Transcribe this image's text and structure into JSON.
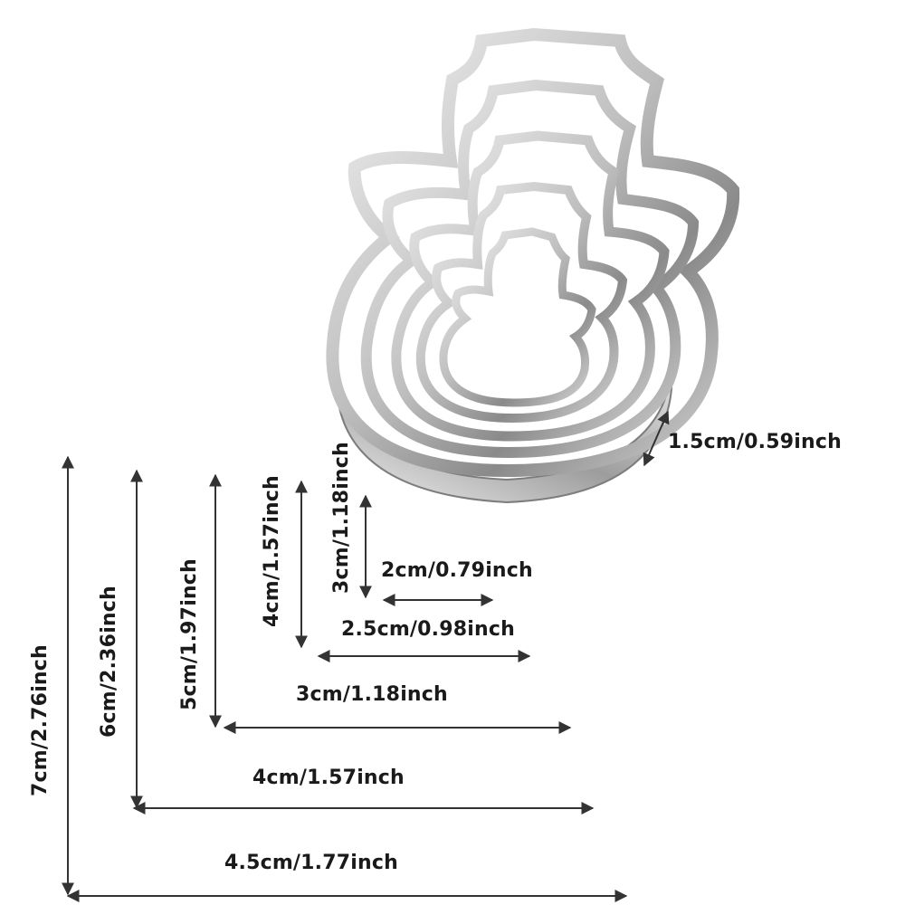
{
  "product": {
    "cutter_sizes": [
      {
        "height": "7cm/2.76inch",
        "width": "4.5cm/1.77inch"
      },
      {
        "height": "6cm/2.36inch",
        "width": "4cm/1.57inch"
      },
      {
        "height": "5cm/1.97inch",
        "width": "3cm/1.18inch"
      },
      {
        "height": "4cm/1.57inch",
        "width": "2.5cm/0.98inch"
      },
      {
        "height": "3cm/1.18inch",
        "width": "2cm/0.79inch"
      }
    ],
    "depth": "1.5cm/0.59inch"
  }
}
